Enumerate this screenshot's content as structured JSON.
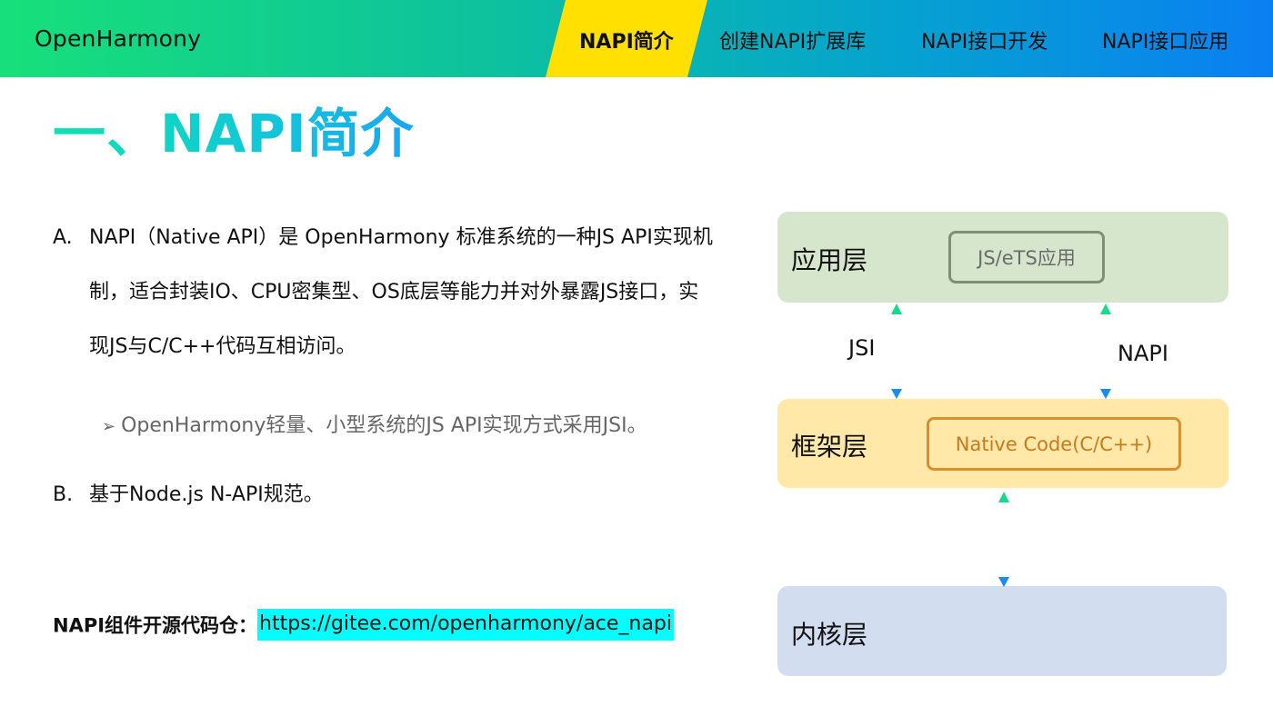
{
  "header": {
    "brand": "OpenHarmony",
    "tabs": [
      {
        "label": "NAPI简介",
        "active": true
      },
      {
        "label": "创建NAPI扩展库",
        "active": false
      },
      {
        "label": "NAPI接口开发",
        "active": false
      },
      {
        "label": "NAPI接口应用",
        "active": false
      }
    ]
  },
  "main": {
    "heading": "一、NAPI简介",
    "items": [
      {
        "marker": "A.",
        "text": "NAPI（Native API）是 OpenHarmony 标准系统的一种JS API实现机制，适合封装IO、CPU密集型、OS底层等能力并对外暴露JS接口，实现JS与C/C++代码互相访问。"
      },
      {
        "marker": "B.",
        "text": "基于Node.js N-API规范。"
      }
    ],
    "sub_bullet": {
      "glyph": "➢",
      "text": "OpenHarmony轻量、小型系统的JS API实现方式采用JSI。"
    },
    "repo": {
      "label": "NAPI组件开源代码仓：",
      "url": "https://gitee.com/openharmony/ace_napi"
    }
  },
  "diagram": {
    "layers": [
      {
        "label": "应用层",
        "inner": "JS/eTS应用",
        "color": "#d6e6cc"
      },
      {
        "label": "框架层",
        "inner": "Native Code(C/C++)",
        "color": "#ffe8a8"
      },
      {
        "label": "内核层",
        "color": "#d3ddf0"
      }
    ],
    "arrows": [
      {
        "label": "JSI"
      },
      {
        "label": "NAPI"
      }
    ]
  }
}
